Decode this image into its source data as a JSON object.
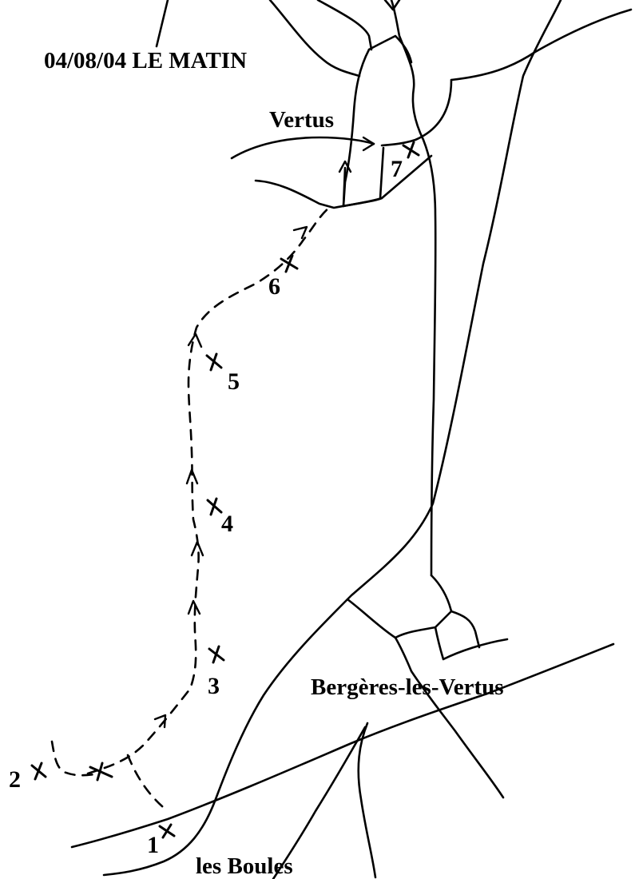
{
  "title": "04/08/04 LE MATIN",
  "places": {
    "vertus": "Vertus",
    "bergeres": "Bergères-les-Vertus",
    "les_boules": "les Boules"
  },
  "waypoints": [
    "1",
    "2",
    "3",
    "4",
    "5",
    "6",
    "7"
  ],
  "colors": {
    "ink": "#000000",
    "background": "#ffffff"
  }
}
